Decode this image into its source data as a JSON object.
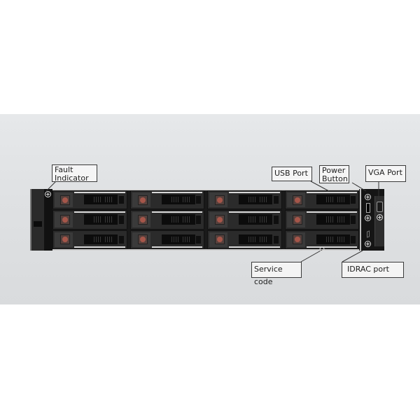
{
  "diagram": {
    "subject": "2U rack server front panel with 12 drive bays",
    "bay_grid": {
      "columns": 4,
      "rows": 3,
      "count": 12
    },
    "labels": [
      {
        "id": "fault-indicator",
        "text": "Fault\nIndicator"
      },
      {
        "id": "usb-port",
        "text": "USB Port"
      },
      {
        "id": "power-button",
        "text": "Power\nButton"
      },
      {
        "id": "vga-port",
        "text": "VGA Port"
      },
      {
        "id": "service-code",
        "text": "Service code"
      },
      {
        "id": "idrac-port",
        "text": "IDRAC port"
      }
    ]
  },
  "colors": {
    "background": "#ffffff",
    "photo_backdrop": "#e0e2e4",
    "chassis": "#1a1a1a",
    "drive_led": "#a5564a",
    "label_border": "#3a3a3a"
  }
}
